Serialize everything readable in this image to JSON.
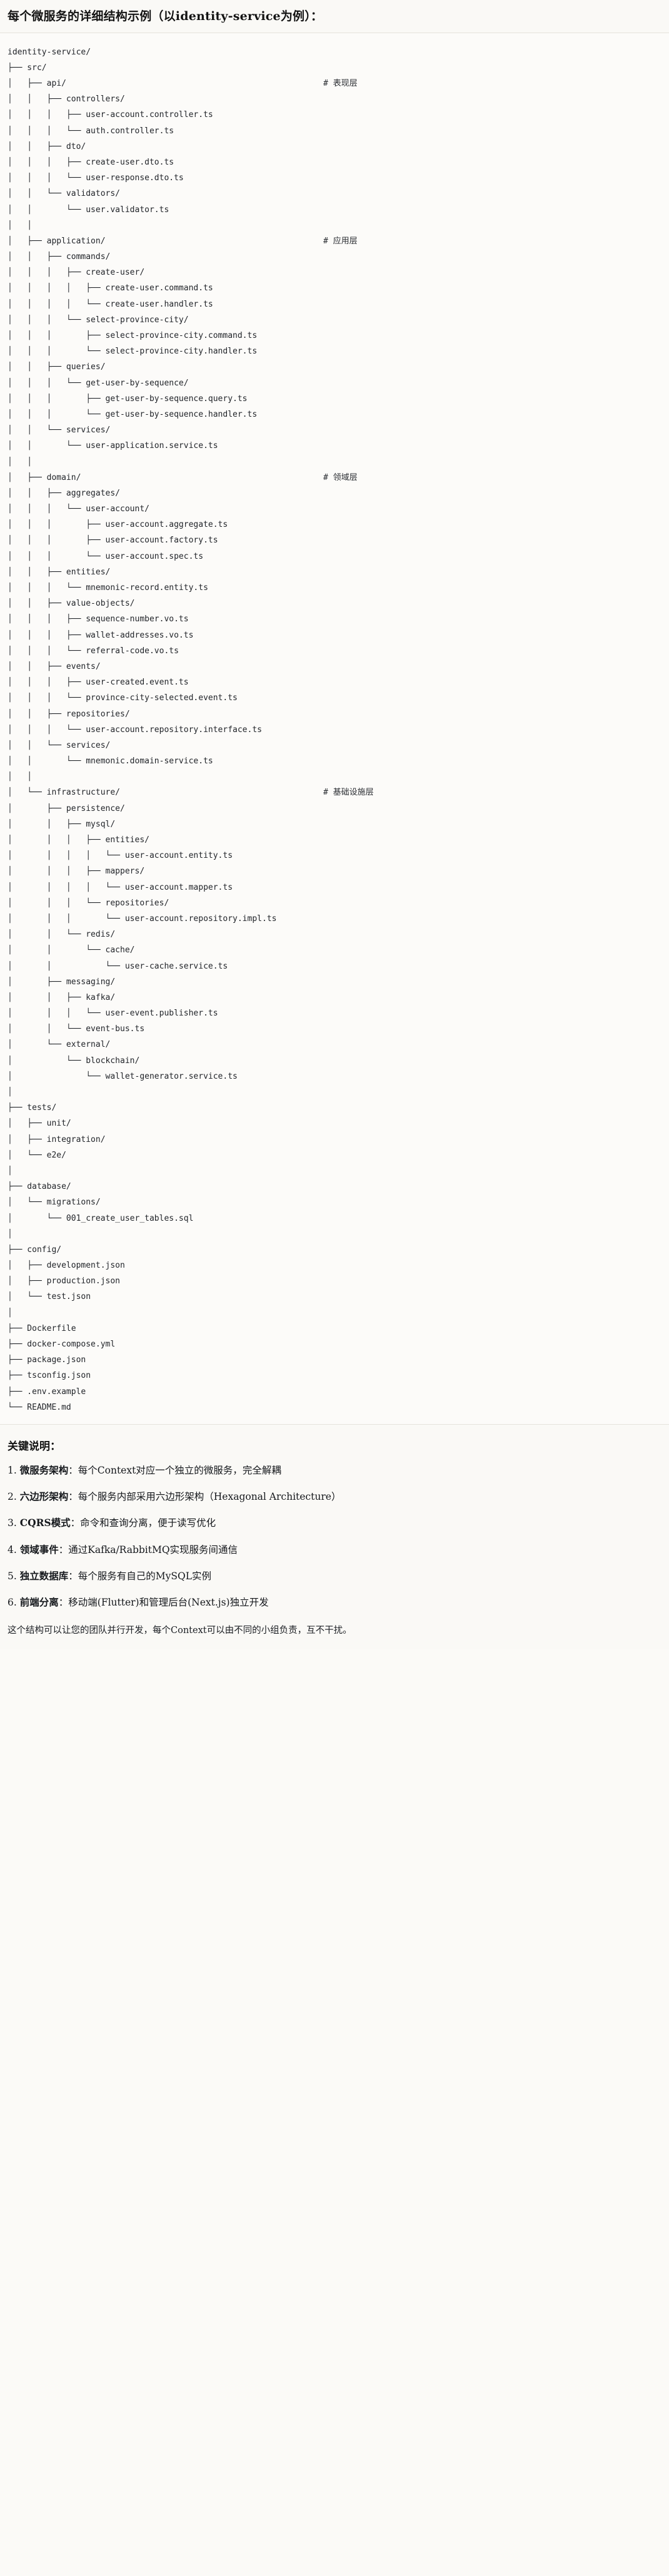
{
  "header": {
    "title": "每个微服务的详细结构示例（以identity-service为例）："
  },
  "tree": {
    "root": "identity-service/",
    "rows": [
      {
        "name": "identity-service/",
        "comment": ""
      },
      {
        "name": "├── src/",
        "comment": ""
      },
      {
        "name": "│   ├── api/",
        "comment": "# 表现层"
      },
      {
        "name": "│   │   ├── controllers/",
        "comment": ""
      },
      {
        "name": "│   │   │   ├── user-account.controller.ts",
        "comment": ""
      },
      {
        "name": "│   │   │   └── auth.controller.ts",
        "comment": ""
      },
      {
        "name": "│   │   ├── dto/",
        "comment": ""
      },
      {
        "name": "│   │   │   ├── create-user.dto.ts",
        "comment": ""
      },
      {
        "name": "│   │   │   └── user-response.dto.ts",
        "comment": ""
      },
      {
        "name": "│   │   └── validators/",
        "comment": ""
      },
      {
        "name": "│   │       └── user.validator.ts",
        "comment": ""
      },
      {
        "name": "│   │",
        "comment": ""
      },
      {
        "name": "│   ├── application/",
        "comment": "# 应用层"
      },
      {
        "name": "│   │   ├── commands/",
        "comment": ""
      },
      {
        "name": "│   │   │   ├── create-user/",
        "comment": ""
      },
      {
        "name": "│   │   │   │   ├── create-user.command.ts",
        "comment": ""
      },
      {
        "name": "│   │   │   │   └── create-user.handler.ts",
        "comment": ""
      },
      {
        "name": "│   │   │   └── select-province-city/",
        "comment": ""
      },
      {
        "name": "│   │   │       ├── select-province-city.command.ts",
        "comment": ""
      },
      {
        "name": "│   │   │       └── select-province-city.handler.ts",
        "comment": ""
      },
      {
        "name": "│   │   ├── queries/",
        "comment": ""
      },
      {
        "name": "│   │   │   └── get-user-by-sequence/",
        "comment": ""
      },
      {
        "name": "│   │   │       ├── get-user-by-sequence.query.ts",
        "comment": ""
      },
      {
        "name": "│   │   │       └── get-user-by-sequence.handler.ts",
        "comment": ""
      },
      {
        "name": "│   │   └── services/",
        "comment": ""
      },
      {
        "name": "│   │       └── user-application.service.ts",
        "comment": ""
      },
      {
        "name": "│   │",
        "comment": ""
      },
      {
        "name": "│   ├── domain/",
        "comment": "# 领域层"
      },
      {
        "name": "│   │   ├── aggregates/",
        "comment": ""
      },
      {
        "name": "│   │   │   └── user-account/",
        "comment": ""
      },
      {
        "name": "│   │   │       ├── user-account.aggregate.ts",
        "comment": ""
      },
      {
        "name": "│   │   │       ├── user-account.factory.ts",
        "comment": ""
      },
      {
        "name": "│   │   │       └── user-account.spec.ts",
        "comment": ""
      },
      {
        "name": "│   │   ├── entities/",
        "comment": ""
      },
      {
        "name": "│   │   │   └── mnemonic-record.entity.ts",
        "comment": ""
      },
      {
        "name": "│   │   ├── value-objects/",
        "comment": ""
      },
      {
        "name": "│   │   │   ├── sequence-number.vo.ts",
        "comment": ""
      },
      {
        "name": "│   │   │   ├── wallet-addresses.vo.ts",
        "comment": ""
      },
      {
        "name": "│   │   │   └── referral-code.vo.ts",
        "comment": ""
      },
      {
        "name": "│   │   ├── events/",
        "comment": ""
      },
      {
        "name": "│   │   │   ├── user-created.event.ts",
        "comment": ""
      },
      {
        "name": "│   │   │   └── province-city-selected.event.ts",
        "comment": ""
      },
      {
        "name": "│   │   ├── repositories/",
        "comment": ""
      },
      {
        "name": "│   │   │   └── user-account.repository.interface.ts",
        "comment": ""
      },
      {
        "name": "│   │   └── services/",
        "comment": ""
      },
      {
        "name": "│   │       └── mnemonic.domain-service.ts",
        "comment": ""
      },
      {
        "name": "│   │",
        "comment": ""
      },
      {
        "name": "│   └── infrastructure/",
        "comment": "# 基础设施层"
      },
      {
        "name": "│       ├── persistence/",
        "comment": ""
      },
      {
        "name": "│       │   ├── mysql/",
        "comment": ""
      },
      {
        "name": "│       │   │   ├── entities/",
        "comment": ""
      },
      {
        "name": "│       │   │   │   └── user-account.entity.ts",
        "comment": ""
      },
      {
        "name": "│       │   │   ├── mappers/",
        "comment": ""
      },
      {
        "name": "│       │   │   │   └── user-account.mapper.ts",
        "comment": ""
      },
      {
        "name": "│       │   │   └── repositories/",
        "comment": ""
      },
      {
        "name": "│       │   │       └── user-account.repository.impl.ts",
        "comment": ""
      },
      {
        "name": "│       │   └── redis/",
        "comment": ""
      },
      {
        "name": "│       │       └── cache/",
        "comment": ""
      },
      {
        "name": "│       │           └── user-cache.service.ts",
        "comment": ""
      },
      {
        "name": "│       ├── messaging/",
        "comment": ""
      },
      {
        "name": "│       │   ├── kafka/",
        "comment": ""
      },
      {
        "name": "│       │   │   └── user-event.publisher.ts",
        "comment": ""
      },
      {
        "name": "│       │   └── event-bus.ts",
        "comment": ""
      },
      {
        "name": "│       └── external/",
        "comment": ""
      },
      {
        "name": "│           └── blockchain/",
        "comment": ""
      },
      {
        "name": "│               └── wallet-generator.service.ts",
        "comment": ""
      },
      {
        "name": "│",
        "comment": ""
      },
      {
        "name": "├── tests/",
        "comment": ""
      },
      {
        "name": "│   ├── unit/",
        "comment": ""
      },
      {
        "name": "│   ├── integration/",
        "comment": ""
      },
      {
        "name": "│   └── e2e/",
        "comment": ""
      },
      {
        "name": "│",
        "comment": ""
      },
      {
        "name": "├── database/",
        "comment": ""
      },
      {
        "name": "│   └── migrations/",
        "comment": ""
      },
      {
        "name": "│       └── 001_create_user_tables.sql",
        "comment": ""
      },
      {
        "name": "│",
        "comment": ""
      },
      {
        "name": "├── config/",
        "comment": ""
      },
      {
        "name": "│   ├── development.json",
        "comment": ""
      },
      {
        "name": "│   ├── production.json",
        "comment": ""
      },
      {
        "name": "│   └── test.json",
        "comment": ""
      },
      {
        "name": "│",
        "comment": ""
      },
      {
        "name": "├── Dockerfile",
        "comment": ""
      },
      {
        "name": "├── docker-compose.yml",
        "comment": ""
      },
      {
        "name": "├── package.json",
        "comment": ""
      },
      {
        "name": "├── tsconfig.json",
        "comment": ""
      },
      {
        "name": "├── .env.example",
        "comment": ""
      },
      {
        "name": "└── README.md",
        "comment": ""
      }
    ]
  },
  "notes": {
    "title": "关键说明：",
    "items": [
      {
        "num": "1.",
        "term": "微服务架构",
        "sep": "：",
        "text": "每个Context对应一个独立的微服务，完全解耦"
      },
      {
        "num": "2.",
        "term": "六边形架构",
        "sep": "：",
        "text": "每个服务内部采用六边形架构（Hexagonal Architecture）"
      },
      {
        "num": "3.",
        "term": "CQRS模式",
        "sep": "：",
        "text": "命令和查询分离，便于读写优化"
      },
      {
        "num": "4.",
        "term": "领域事件",
        "sep": "：",
        "text": "通过Kafka/RabbitMQ实现服务间通信"
      },
      {
        "num": "5.",
        "term": "独立数据库",
        "sep": "：",
        "text": "每个服务有自己的MySQL实例"
      },
      {
        "num": "6.",
        "term": "前端分离",
        "sep": "：",
        "text": "移动端(Flutter)和管理后台(Next.js)独立开发"
      }
    ],
    "footer": "这个结构可以让您的团队并行开发，每个Context可以由不同的小组负责，互不干扰。"
  }
}
